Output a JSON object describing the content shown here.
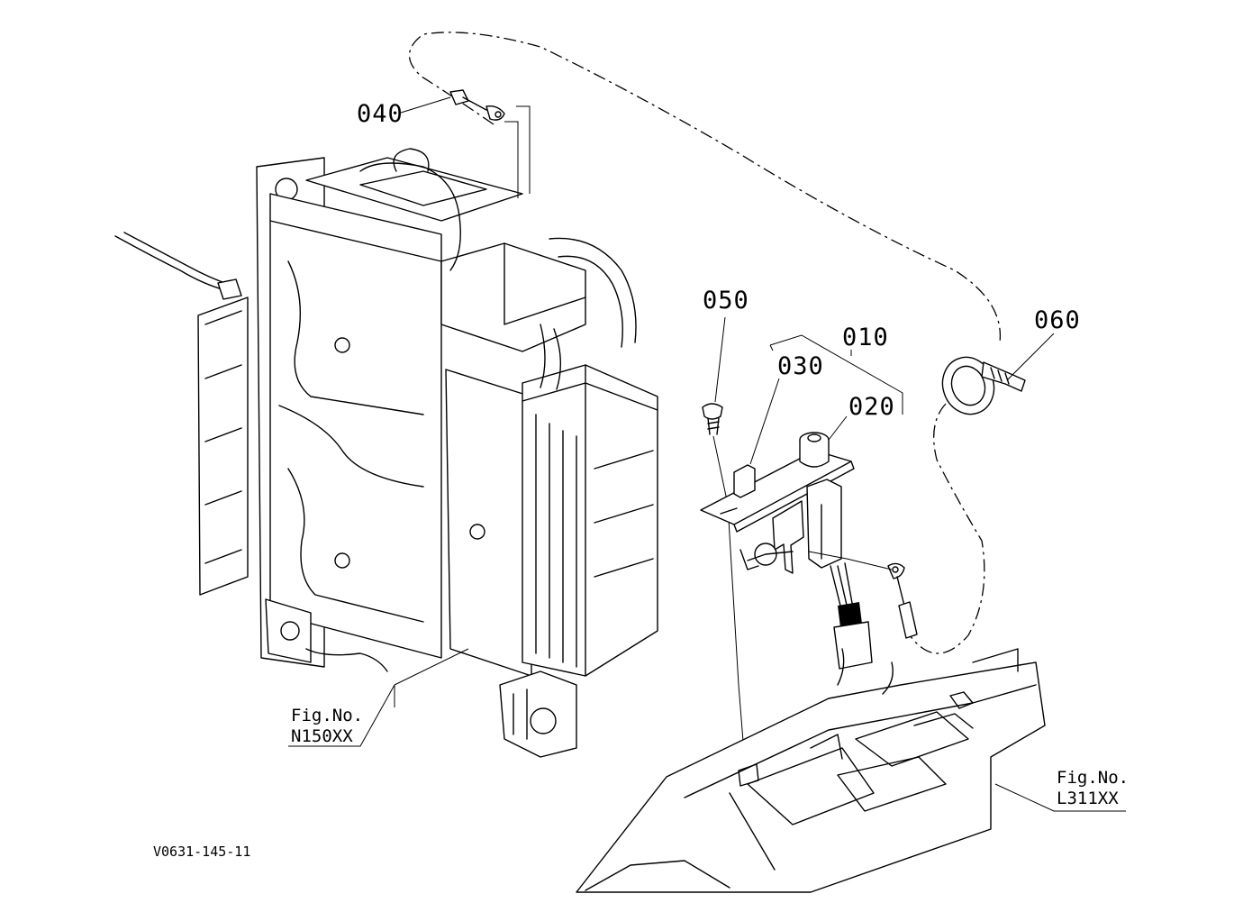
{
  "callouts": {
    "c010": "010",
    "c020": "020",
    "c030": "030",
    "c040": "040",
    "c050": "050",
    "c060": "060"
  },
  "fig_refs": {
    "left": {
      "label": "Fig.No.",
      "number": "N150XX"
    },
    "right": {
      "label": "Fig.No.",
      "number": "L311XX"
    }
  },
  "drawing_number": "V0631-145-11",
  "colors": {
    "ink": "#000000",
    "paper": "#ffffff"
  }
}
